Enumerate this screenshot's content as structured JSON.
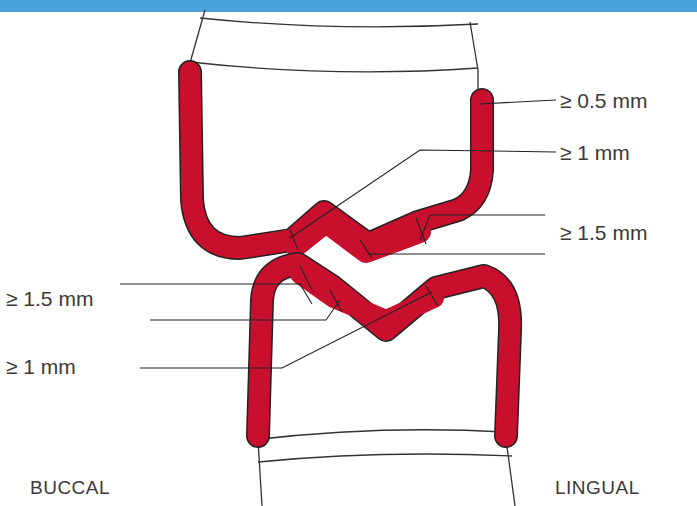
{
  "diagram": {
    "labels": [
      "≥ 0.5 mm",
      "≥ 1 mm",
      "≥ 1.5 mm",
      "≥ 1.5 mm",
      "≥ 1 mm",
      "BUCCAL",
      "LINGUAL"
    ]
  }
}
